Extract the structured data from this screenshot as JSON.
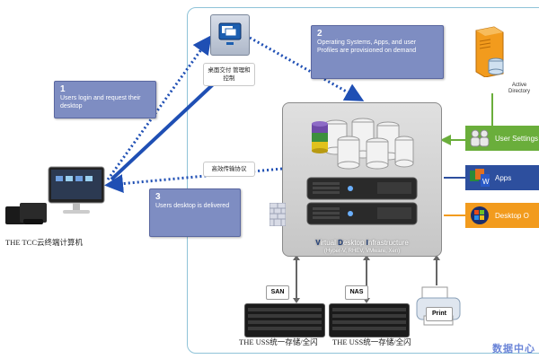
{
  "callouts": [
    {
      "num": "1",
      "text": "Users login and request their desktop"
    },
    {
      "num": "2",
      "text": "Operating Systems, Apps, and user Profiles are provisioned on demand"
    },
    {
      "num": "3",
      "text": "Users desktop is delivered"
    }
  ],
  "notes": {
    "desktop_delivery": "桌面交付 管理和控制",
    "transport_protocol": "高效传输协议"
  },
  "active_directory": "Active Directory",
  "vdi": {
    "title_v": "V",
    "title_rest1": "irtual ",
    "title_d": "D",
    "title_rest2": "esktop ",
    "title_i": "I",
    "title_rest3": "nfrastructure",
    "subtitle": "(Hyper-V, RHEV, VMware, Xen)"
  },
  "side_panels": [
    {
      "label": "User Settings",
      "color": "#6aae3b"
    },
    {
      "label": "Apps",
      "color": "#2d4f9e"
    },
    {
      "label": "Desktop O",
      "color": "#f29b1d"
    }
  ],
  "storage": {
    "san_label": "SAN",
    "nas_label": "NAS",
    "print_label": "Print"
  },
  "captions": {
    "client": "THE TCC云终端计算机",
    "storage1": "THE USS统一存储/全闪",
    "storage2": "THE USS统一存储/全闪"
  },
  "watermark": "数据中心",
  "colors": {
    "frame": "#8fc3d8",
    "callout": "#7e8dc2",
    "arrow": "#1f4fb4"
  }
}
